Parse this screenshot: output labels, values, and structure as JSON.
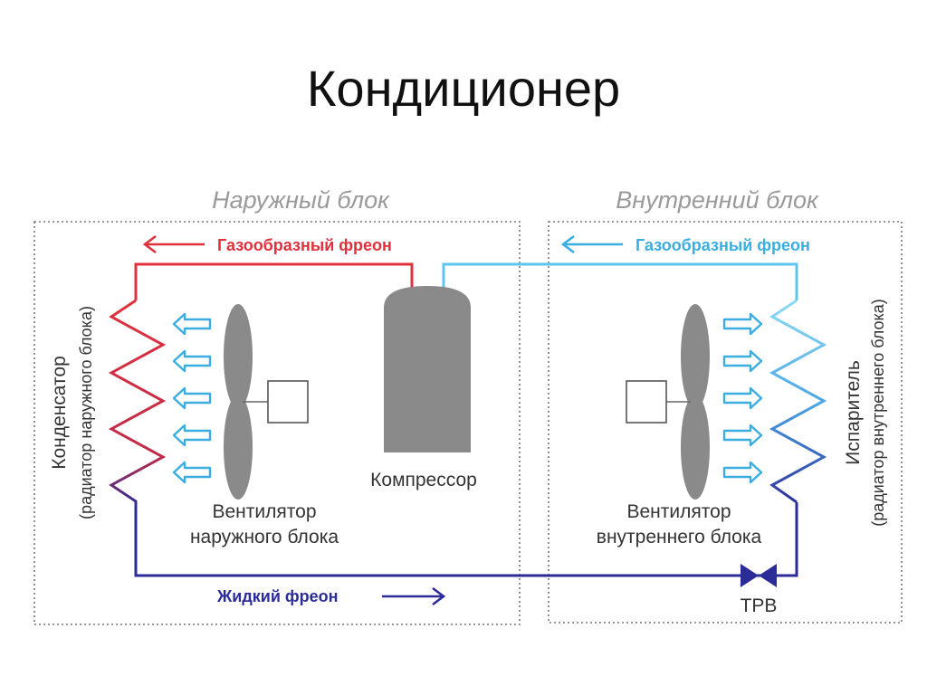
{
  "title": "Кондиционер",
  "outdoor_unit": {
    "heading": "Наружный блок",
    "gas_flow_label": "Газообразный фреон",
    "liquid_flow_label": "Жидкий фреон",
    "condenser_title": "Конденсатор",
    "condenser_subtitle": "(радиатор наружного блока)",
    "fan_label_line1": "Вентилятор",
    "fan_label_line2": "наружного блока",
    "compressor_label": "Компрессор"
  },
  "indoor_unit": {
    "heading": "Внутренний блок",
    "gas_flow_label": "Газообразный фреон",
    "evaporator_title": "Испаритель",
    "evaporator_subtitle": "(радиатор внутреннего блока)",
    "fan_label_line1": "Вентилятор",
    "fan_label_line2": "внутреннего блока",
    "valve_label": "ТРВ"
  },
  "colors": {
    "hot_gas": "#e0303c",
    "cold_gas": "#5cc6ec",
    "liquid": "#2c2c99",
    "airflow_arrow": "#3aaee0",
    "fan_blade": "#8a8a8a",
    "compressor": "#8a8a8a",
    "unit_border": "#777777"
  },
  "icons": {
    "outdoor_fan": "fan-icon",
    "indoor_fan": "fan-icon",
    "fan_motor": "motor-box-icon",
    "compressor": "compressor-icon",
    "expansion_valve": "valve-icon",
    "airflow": "arrow-icon"
  }
}
